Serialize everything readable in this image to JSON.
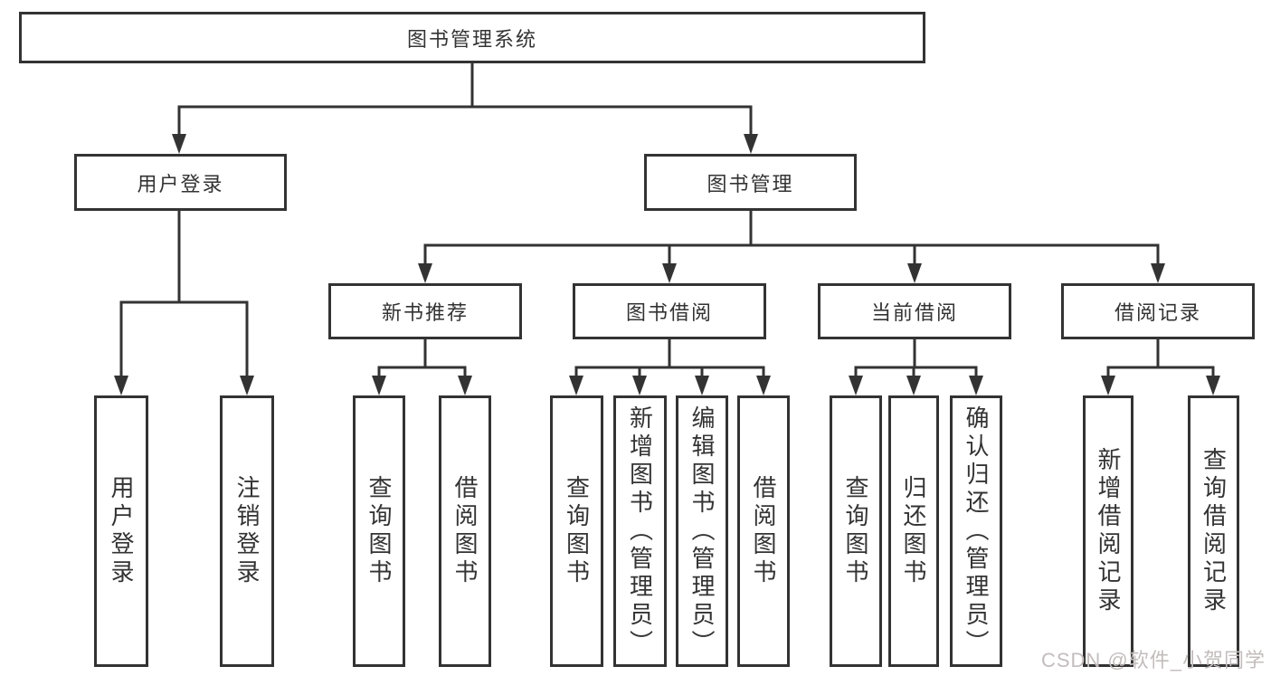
{
  "tree": {
    "label": "图书管理系统",
    "children": [
      {
        "label": "用户登录",
        "children": [
          {
            "label": "用户登录"
          },
          {
            "label": "注销登录"
          }
        ]
      },
      {
        "label": "图书管理",
        "children": [
          {
            "label": "新书推荐",
            "children": [
              {
                "label": "查询图书"
              },
              {
                "label": "借阅图书"
              }
            ]
          },
          {
            "label": "图书借阅",
            "children": [
              {
                "label": "查询图书"
              },
              {
                "label": "新增图书（管理员）"
              },
              {
                "label": "编辑图书（管理员）"
              },
              {
                "label": "借阅图书"
              }
            ]
          },
          {
            "label": "当前借阅",
            "children": [
              {
                "label": "查询图书"
              },
              {
                "label": "归还图书"
              },
              {
                "label": "确认归还（管理员）"
              }
            ]
          },
          {
            "label": "借阅记录",
            "children": [
              {
                "label": "新增借阅记录"
              },
              {
                "label": "查询借阅记录"
              }
            ]
          }
        ]
      }
    ]
  },
  "watermark": {
    "text": "CSDN @软件_小贺同学"
  },
  "colors": {
    "line": "#333333",
    "box_border": "#333333",
    "text": "#333333",
    "background": "#ffffff",
    "watermark": "#c3bcbc"
  }
}
